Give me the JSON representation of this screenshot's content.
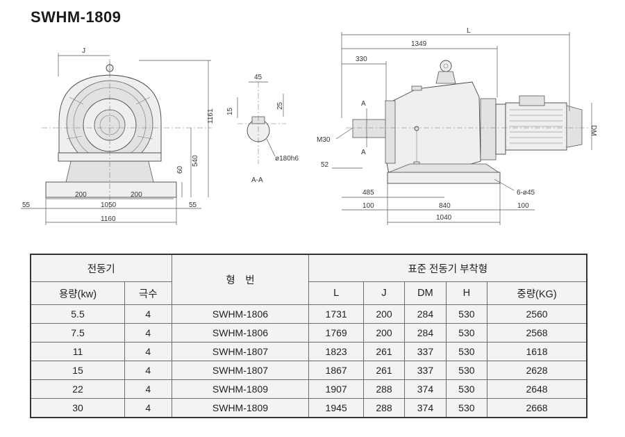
{
  "title": "SWHM-1809",
  "front_view": {
    "labels": {
      "j": "J",
      "h1161": "1161",
      "h540": "540",
      "h60": "60",
      "w200a": "200",
      "w200b": "200",
      "w55l": "55",
      "w55r": "55",
      "w1050": "1050",
      "w1160": "1160"
    }
  },
  "section_view": {
    "labels": {
      "d45": "45",
      "d15": "15",
      "d25": "25",
      "dia": "ø180h6",
      "caption": "A-A"
    }
  },
  "side_view": {
    "labels": {
      "L": "L",
      "d1349": "1349",
      "d330": "330",
      "a1": "A",
      "a2": "A",
      "m30": "M30",
      "d52": "52",
      "d485": "485",
      "d100l": "100",
      "d840": "840",
      "d100r": "100",
      "d1040": "1040",
      "bolt": "6-ø45",
      "dm": "DM"
    }
  },
  "table": {
    "motor_header": "전동기",
    "model_header": "형　번",
    "std_header": "표준 전동기 부착형",
    "cols": [
      "용량(kw)",
      "극수",
      "L",
      "J",
      "DM",
      "H",
      "중량(KG)"
    ],
    "rows": [
      [
        "5.5",
        "4",
        "SWHM-1806",
        "1731",
        "200",
        "284",
        "530",
        "2560"
      ],
      [
        "7.5",
        "4",
        "SWHM-1806",
        "1769",
        "200",
        "284",
        "530",
        "2568"
      ],
      [
        "11",
        "4",
        "SWHM-1807",
        "1823",
        "261",
        "337",
        "530",
        "1618"
      ],
      [
        "15",
        "4",
        "SWHM-1807",
        "1867",
        "261",
        "337",
        "530",
        "2628"
      ],
      [
        "22",
        "4",
        "SWHM-1809",
        "1907",
        "288",
        "374",
        "530",
        "2648"
      ],
      [
        "30",
        "4",
        "SWHM-1809",
        "1945",
        "288",
        "374",
        "530",
        "2668"
      ]
    ]
  }
}
